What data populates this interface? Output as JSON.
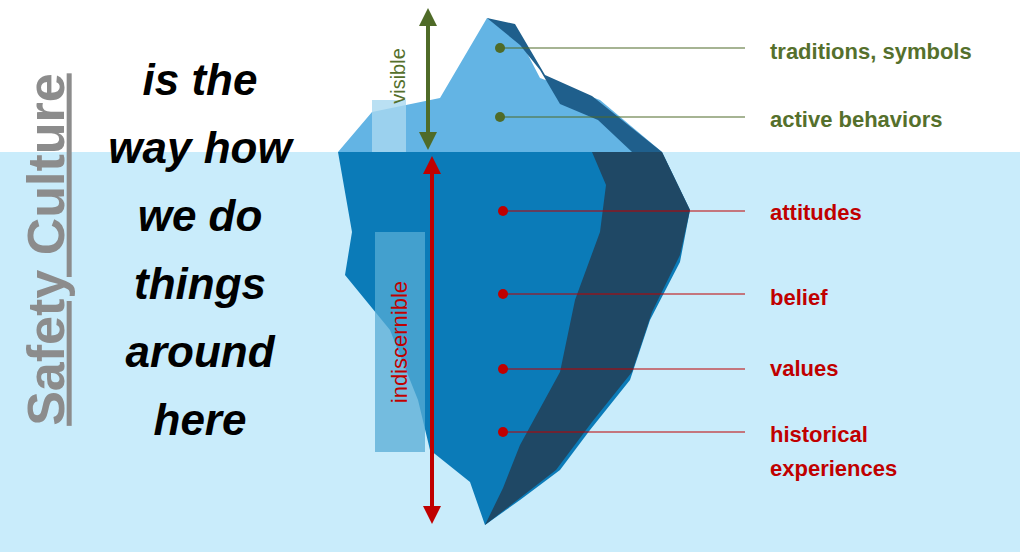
{
  "diagram": {
    "labels": [
      "Safety Culture",
      "is the way how we do things around here",
      "visible",
      "indiscernible",
      "traditions, symbols",
      "active behaviors",
      "attitudes",
      "belief",
      "values",
      "historical experiences"
    ]
  }
}
